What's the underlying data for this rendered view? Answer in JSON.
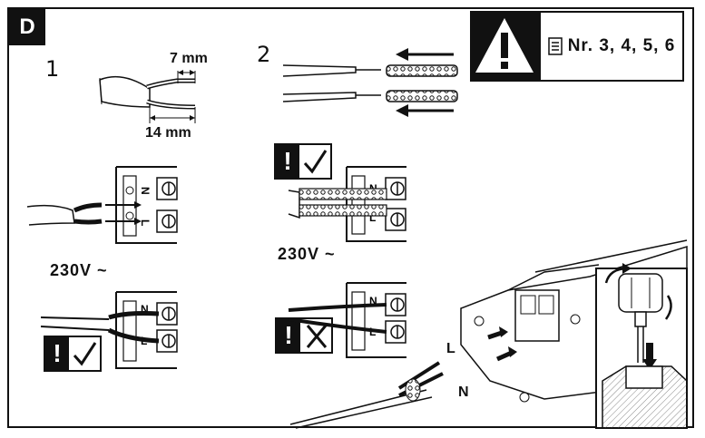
{
  "section_label": "D",
  "steps": {
    "step1": "1",
    "step2": "2"
  },
  "dimensions": {
    "strip_short": "7 mm",
    "strip_long": "14 mm"
  },
  "voltage": {
    "left": "230V ~",
    "middle": "230V ~"
  },
  "terminal_letters": {
    "neutral": "N",
    "line": "L"
  },
  "wire_letters": {
    "line": "L",
    "neutral": "N"
  },
  "reference": {
    "icon": "manual-icon",
    "text": "Nr. 3, 4, 5, 6"
  },
  "marks": {
    "correct": "correct-icon",
    "wrong": "wrong-icon",
    "warning": "warning-triangle-icon"
  }
}
